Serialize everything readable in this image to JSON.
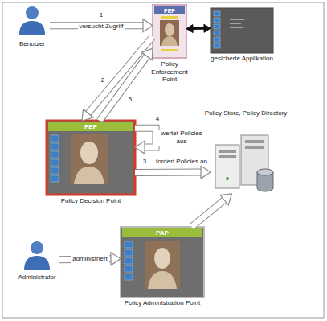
{
  "diagram": {
    "nodes": [
      {
        "text": [
          "Benutzer"
        ]
      },
      {
        "text": [
          "PEP",
          "Policy Enforcement Point"
        ]
      },
      {
        "text": [
          "gesicherte Applikation"
        ]
      },
      {
        "text": [
          "PEP",
          "Policy Decision Point"
        ]
      },
      {
        "text": [
          "Policy Store, Policy Directory"
        ]
      },
      {
        "text": [
          "Administrator"
        ]
      },
      {
        "text": [
          "PAP",
          "Policy Administration Point"
        ]
      }
    ],
    "edges": [
      {
        "from": 0,
        "to": 1,
        "arrow": "to",
        "label": "versucht Zugriff"
      },
      {
        "from": 1,
        "to": 2,
        "arrow": "both"
      },
      {
        "from": 1,
        "to": 3,
        "arrow": "to"
      },
      {
        "from": 3,
        "to": 1,
        "arrow": "to"
      },
      {
        "from": 3,
        "to": 3,
        "arrow": "to",
        "label": "wertet Policies aus"
      },
      {
        "from": 3,
        "to": 4,
        "arrow": "to",
        "label": "fordert Policies an"
      },
      {
        "from": 5,
        "to": 6,
        "arrow": "to",
        "label": "administriert"
      },
      {
        "from": 6,
        "to": 4,
        "arrow": "to"
      }
    ],
    "labels": [
      "1",
      "2",
      "5",
      "4",
      "3"
    ]
  }
}
